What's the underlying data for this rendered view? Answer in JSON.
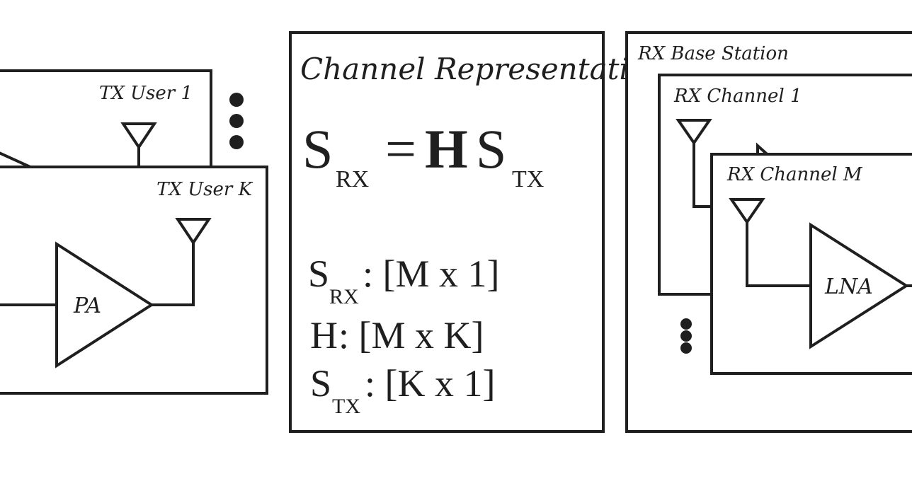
{
  "tx_user_1": {
    "label": "TX User 1"
  },
  "tx_user_k": {
    "label": "TX User K",
    "amp_label": "PA"
  },
  "channel": {
    "title": "Channel Representation",
    "equation": {
      "lhs": "S",
      "lhs_sub": "RX",
      "equals": "=",
      "matrix": "H",
      "rhs": "S",
      "rhs_sub": "TX"
    },
    "dims": [
      {
        "sym": "S",
        "sub": "RX",
        "text": ": [M x 1]"
      },
      {
        "sym": "H",
        "sub": "",
        "text": ": [M x K]"
      },
      {
        "sym": "S",
        "sub": "TX",
        "text": ": [K x 1]"
      }
    ]
  },
  "rx_base_station": {
    "label": "RX Base Station",
    "channel_1_label": "RX Channel 1",
    "channel_m_label": "RX Channel M",
    "amp_label": "LNA"
  },
  "colors": {
    "line": "#1f1f1f",
    "background": "#ffffff"
  }
}
